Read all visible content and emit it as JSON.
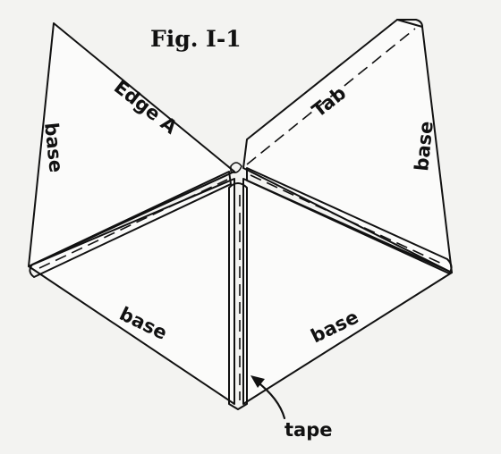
{
  "figure": {
    "title": "Fig. I-1",
    "labels": {
      "edge_a": "Edge A",
      "tab": "Tab",
      "base_left_top": "base",
      "base_right_top": "base",
      "base_left_bottom": "base",
      "base_right_bottom": "base",
      "tape": "tape"
    }
  }
}
